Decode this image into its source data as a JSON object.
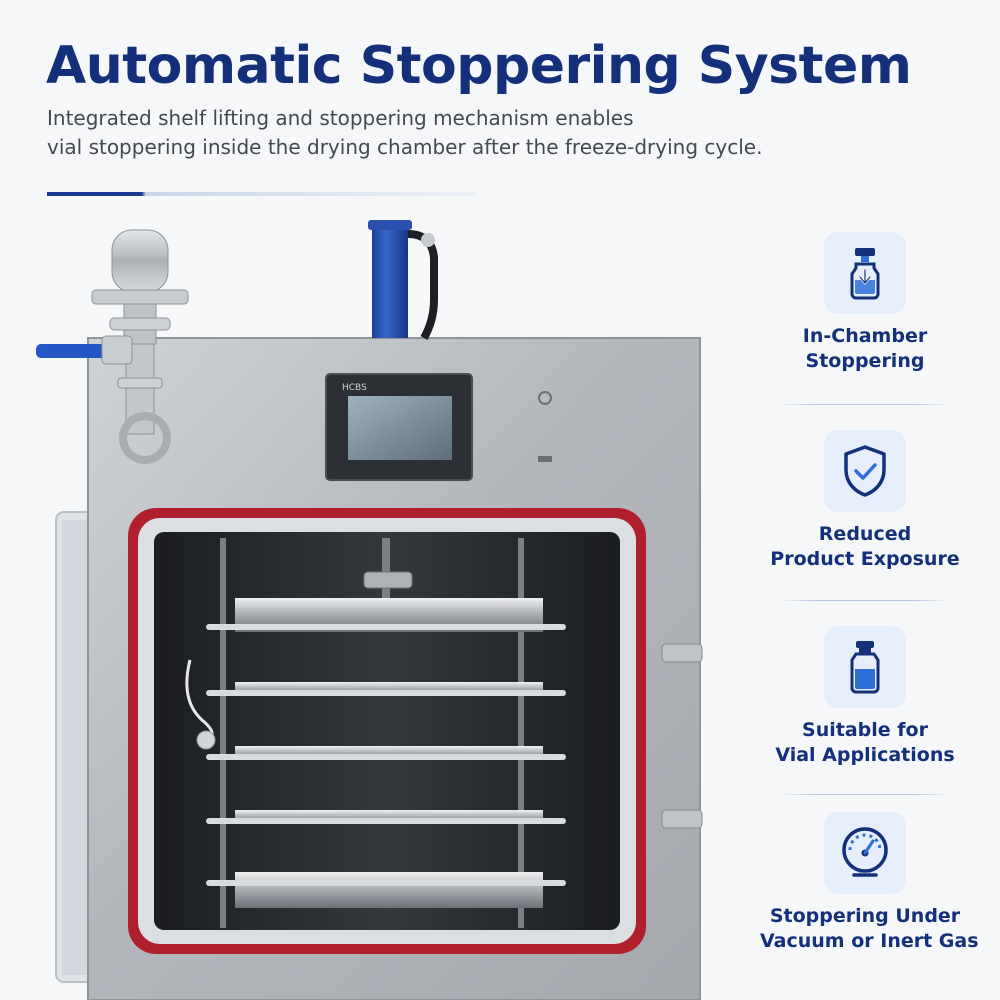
{
  "header": {
    "title": "Automatic Stoppering System",
    "subtitle_line1": "Integrated shelf lifting and stoppering mechanism enables",
    "subtitle_line2": "vial stoppering inside the drying chamber after the freeze-drying cycle."
  },
  "machine": {
    "panel_brand": "HCBS"
  },
  "features": [
    {
      "line1": "In-Chamber",
      "line2": "Stoppering",
      "icon": "vial-stopper-icon"
    },
    {
      "line1": "Reduced",
      "line2": "Product Exposure",
      "icon": "shield-check-icon"
    },
    {
      "line1": "Suitable for",
      "line2": "Vial Applications",
      "icon": "vial-icon"
    },
    {
      "line1": "Stoppering Under",
      "line2": "Vacuum or Inert Gas",
      "icon": "gauge-icon"
    }
  ],
  "colors": {
    "brand_navy": "#14307a",
    "accent_blue": "#2f6fd8",
    "icon_bg": "#e6eefb",
    "door_gasket_red": "#b0202c"
  }
}
